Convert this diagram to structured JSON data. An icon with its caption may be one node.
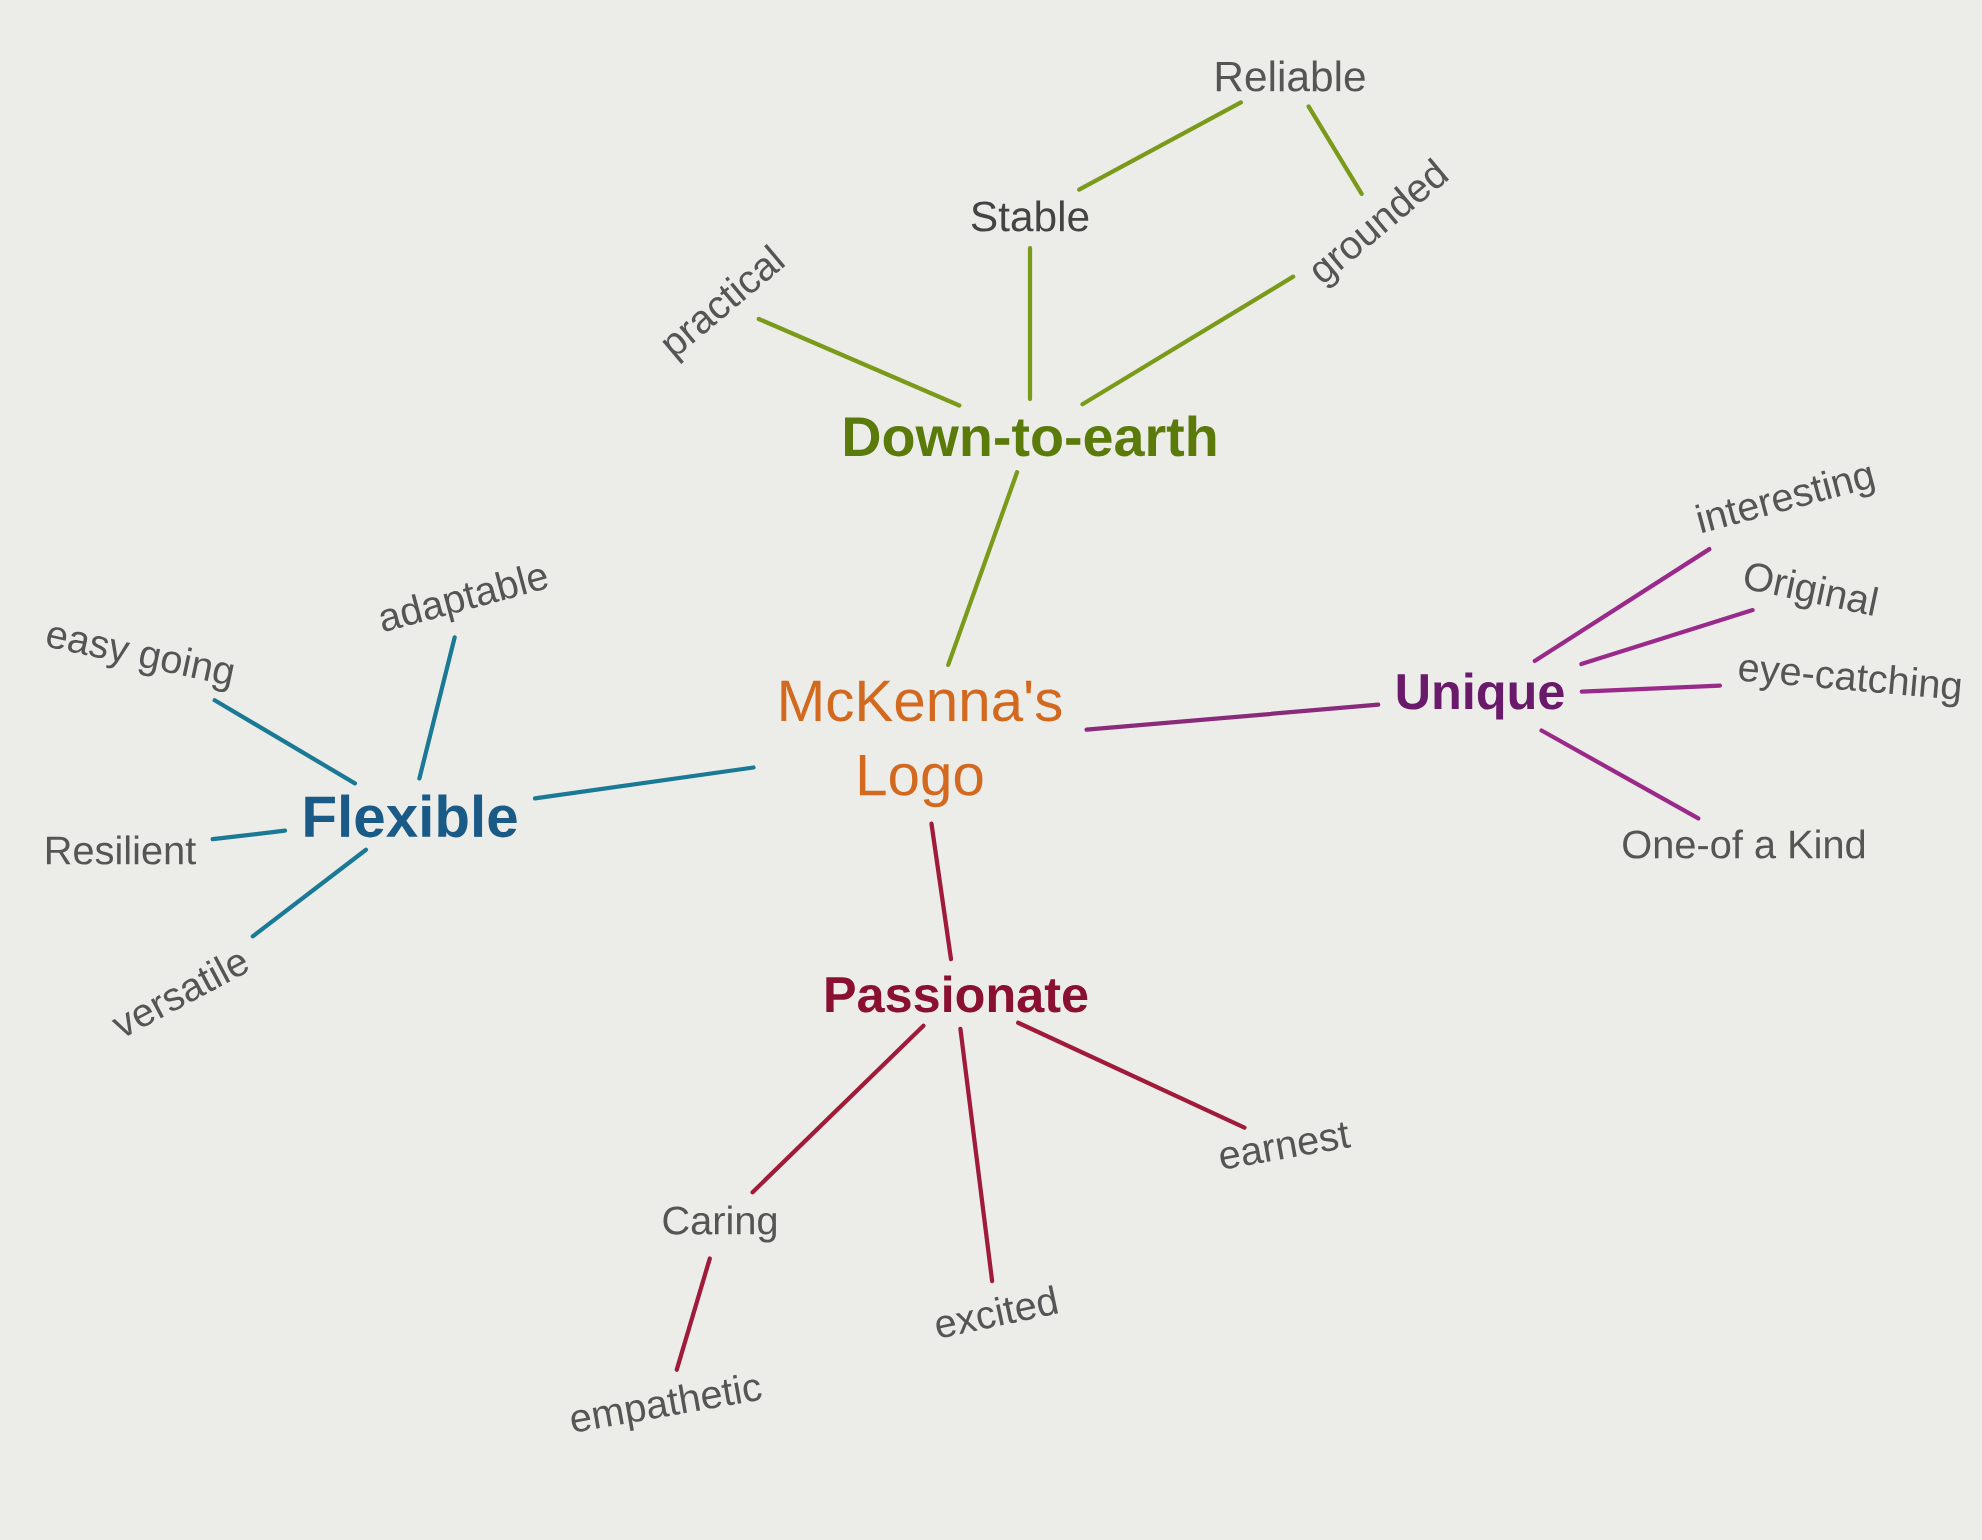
{
  "diagram": {
    "nodes": [
      {
        "text": [
          "McKenna's Logo"
        ]
      },
      {
        "text": [
          "Down-to-earth"
        ]
      },
      {
        "text": [
          "practical"
        ]
      },
      {
        "text": [
          "Stable"
        ]
      },
      {
        "text": [
          "Reliable"
        ]
      },
      {
        "text": [
          "grounded"
        ]
      },
      {
        "text": [
          "Flexible"
        ]
      },
      {
        "text": [
          "easy going"
        ]
      },
      {
        "text": [
          "adaptable"
        ]
      },
      {
        "text": [
          "Resilient"
        ]
      },
      {
        "text": [
          "versatile"
        ]
      },
      {
        "text": [
          "Unique"
        ]
      },
      {
        "text": [
          "interesting"
        ]
      },
      {
        "text": [
          "Original"
        ]
      },
      {
        "text": [
          "eye-catching"
        ]
      },
      {
        "text": [
          "One-of a Kind"
        ]
      },
      {
        "text": [
          "Passionate"
        ]
      },
      {
        "text": [
          "Caring"
        ]
      },
      {
        "text": [
          "excited"
        ]
      },
      {
        "text": [
          "earnest"
        ]
      },
      {
        "text": [
          "empathetic"
        ]
      }
    ],
    "edges": [
      {
        "from": 0,
        "to": 1,
        "arrow": "none",
        "color": "#7a9a1a"
      },
      {
        "from": 1,
        "to": 2,
        "arrow": "none",
        "color": "#7a9a1a"
      },
      {
        "from": 1,
        "to": 3,
        "arrow": "none",
        "color": "#7a9a1a"
      },
      {
        "from": 1,
        "to": 5,
        "arrow": "none",
        "color": "#7a9a1a"
      },
      {
        "from": 3,
        "to": 4,
        "arrow": "none",
        "color": "#7a9a1a"
      },
      {
        "from": 4,
        "to": 5,
        "arrow": "none",
        "color": "#7a9a1a"
      },
      {
        "from": 0,
        "to": 6,
        "arrow": "none",
        "color": "#1a7a96"
      },
      {
        "from": 6,
        "to": 7,
        "arrow": "none",
        "color": "#1a7a96"
      },
      {
        "from": 6,
        "to": 8,
        "arrow": "none",
        "color": "#1a7a96"
      },
      {
        "from": 6,
        "to": 9,
        "arrow": "none",
        "color": "#1a7a96"
      },
      {
        "from": 6,
        "to": 10,
        "arrow": "none",
        "color": "#1a7a96"
      },
      {
        "from": 0,
        "to": 11,
        "arrow": "none",
        "color": "#8a2a7a"
      },
      {
        "from": 11,
        "to": 12,
        "arrow": "none",
        "color": "#9a2a8a"
      },
      {
        "from": 11,
        "to": 13,
        "arrow": "none",
        "color": "#9a2a8a"
      },
      {
        "from": 11,
        "to": 14,
        "arrow": "none",
        "color": "#9a2a8a"
      },
      {
        "from": 11,
        "to": 15,
        "arrow": "none",
        "color": "#9a2a8a"
      },
      {
        "from": 0,
        "to": 16,
        "arrow": "none",
        "color": "#a01a3a"
      },
      {
        "from": 16,
        "to": 17,
        "arrow": "none",
        "color": "#a01a3a"
      },
      {
        "from": 16,
        "to": 18,
        "arrow": "none",
        "color": "#a01a3a"
      },
      {
        "from": 16,
        "to": 19,
        "arrow": "none",
        "color": "#a01a3a"
      },
      {
        "from": 17,
        "to": 20,
        "arrow": "none",
        "color": "#a01a3a"
      }
    ]
  }
}
